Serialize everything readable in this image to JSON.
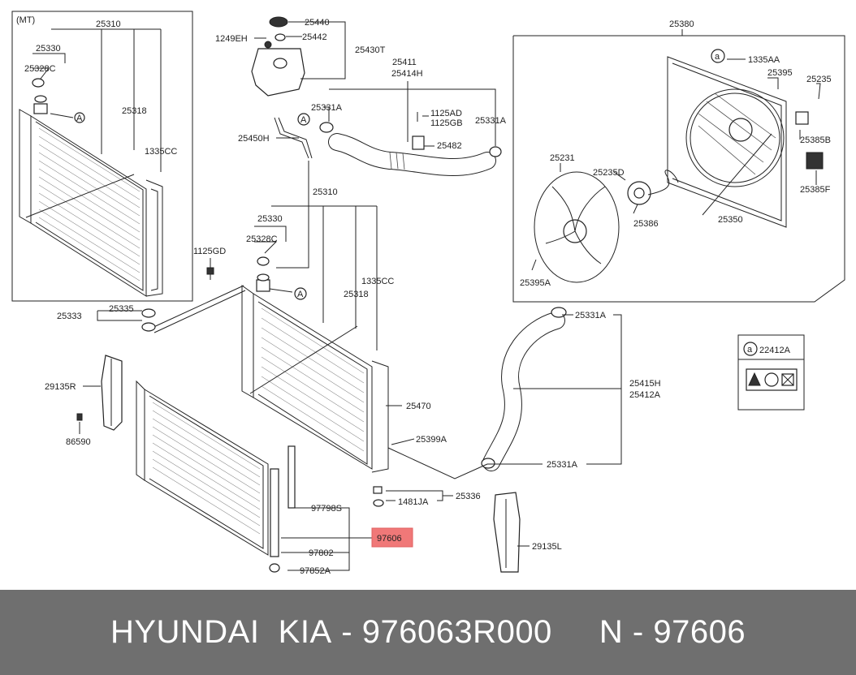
{
  "diagram": {
    "callouts": {
      "mt_label": "(MT)",
      "p25310_inset": "25310",
      "p25330_inset": "25330",
      "p25328C_inset": "25328C",
      "p25318_inset": "25318",
      "p1335CC_inset": "1335CC",
      "p1249EH": "1249EH",
      "p25440": "25440",
      "p25442": "25442",
      "p25430T": "25430T",
      "p25450H": "25450H",
      "p25411": "25411",
      "p25414H": "25414H",
      "p25331A_top_left": "25331A",
      "p1125AD": "1125AD",
      "p1125GB": "1125GB",
      "p25331A_top_right": "25331A",
      "p25482": "25482",
      "p25380": "25380",
      "p1335AA": "1335AA",
      "p25395": "25395",
      "p25235": "25235",
      "p25385B": "25385B",
      "p25231": "25231",
      "p25235D": "25235D",
      "p25385F": "25385F",
      "p25386": "25386",
      "p25350": "25350",
      "p25395A": "25395A",
      "p1125GD": "1125GD",
      "p25310_main": "25310",
      "p25330_main": "25330",
      "p25328C_main": "25328C",
      "p25318_main": "25318",
      "p1335CC_main": "1335CC",
      "p25333": "25333",
      "p25335": "25335",
      "p25331A_hose_top": "25331A",
      "p22412A": "22412A",
      "p25415H": "25415H",
      "p25412A": "25412A",
      "p29135R": "29135R",
      "p25470": "25470",
      "p86590": "86590",
      "p25399A": "25399A",
      "p25331A_hose_bottom": "25331A",
      "p25336": "25336",
      "p1481JA": "1481JA",
      "p97798S": "97798S",
      "p97606": "97606",
      "p29135L": "29135L",
      "p97802": "97802",
      "p97852A": "97852A",
      "marker_a": "a",
      "marker_A": "A"
    },
    "highlight_color": "#f07878"
  },
  "footer": {
    "brand": "HYUNDAI  KIA",
    "sep1": " - ",
    "part_number": "976063R000",
    "gap": "     ",
    "prefix": "N",
    "sep2": " - ",
    "code": "97606"
  }
}
